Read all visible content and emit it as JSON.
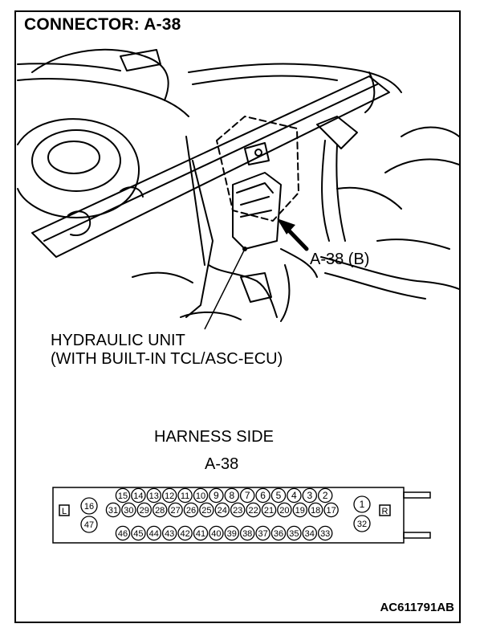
{
  "diagram": {
    "title": "CONNECTOR: A-38",
    "callout_connector": "A-38 (B)",
    "component_line1": "HYDRAULIC UNIT",
    "component_line2": "(WITH BUILT-IN TCL/ASC-ECU)",
    "harness_side": "HARNESS SIDE",
    "connector_id": "A-38",
    "left_marker": "L",
    "right_marker": "R",
    "figure_id": "AC611791AB"
  },
  "connector_pins": {
    "top_row": [
      "15",
      "14",
      "13",
      "12",
      "11",
      "10",
      "9",
      "8",
      "7",
      "6",
      "5",
      "4",
      "3",
      "2"
    ],
    "middle_row": [
      "31",
      "30",
      "29",
      "28",
      "27",
      "26",
      "25",
      "24",
      "23",
      "22",
      "21",
      "20",
      "19",
      "18",
      "17"
    ],
    "bottom_row": [
      "46",
      "45",
      "44",
      "43",
      "42",
      "41",
      "40",
      "39",
      "38",
      "37",
      "36",
      "35",
      "34",
      "33"
    ],
    "left_stack": [
      "16",
      "47"
    ],
    "right_stack": [
      "1",
      "32"
    ]
  }
}
